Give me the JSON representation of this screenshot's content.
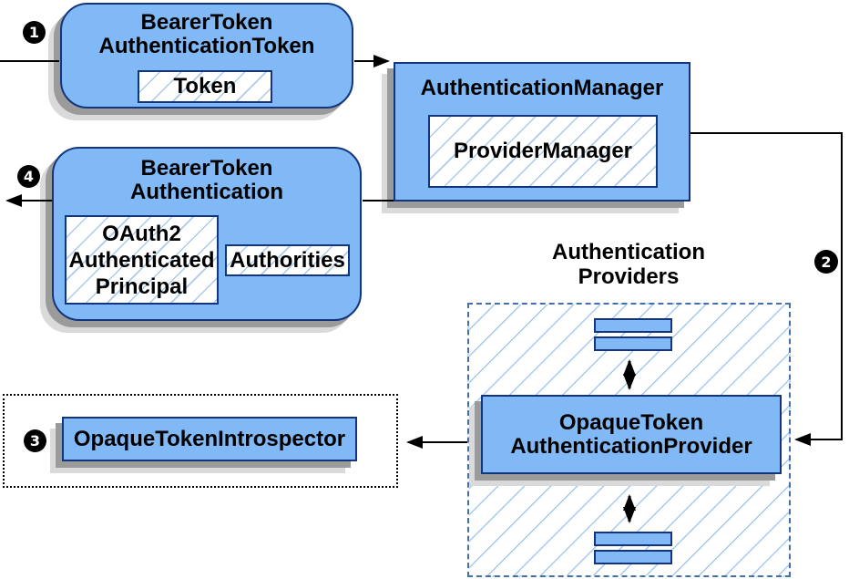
{
  "colors": {
    "box_fill": "#80b9f5",
    "box_border": "#12357d",
    "hatch_line": "#a5c8ef",
    "providers_dashed_border": "#4170ae",
    "introspector_dotted_border": "#000000",
    "shadow_dark": "#9b9b9b",
    "shadow_light": "#dadada",
    "arrow": "#000000",
    "badge_background": "#000000",
    "badge_text": "#ffffff"
  },
  "steps": {
    "one": "1",
    "two": "2",
    "three": "3",
    "four": "4"
  },
  "nodes": {
    "bearer_token_authentication_token": {
      "title": "BearerToken\nAuthenticationToken",
      "token": "Token"
    },
    "authentication_manager": {
      "title": "AuthenticationManager",
      "provider_manager": "ProviderManager"
    },
    "bearer_token_authentication": {
      "title": "BearerToken\nAuthentication",
      "principal": "OAuth2\nAuthenticated\nPrincipal",
      "authorities": "Authorities"
    },
    "authentication_providers": {
      "label": "Authentication\nProviders"
    },
    "opaque_token_authentication_provider": {
      "title": "OpaqueToken\nAuthenticationProvider"
    },
    "opaque_token_introspector": {
      "title": "OpaqueTokenIntrospector"
    }
  }
}
